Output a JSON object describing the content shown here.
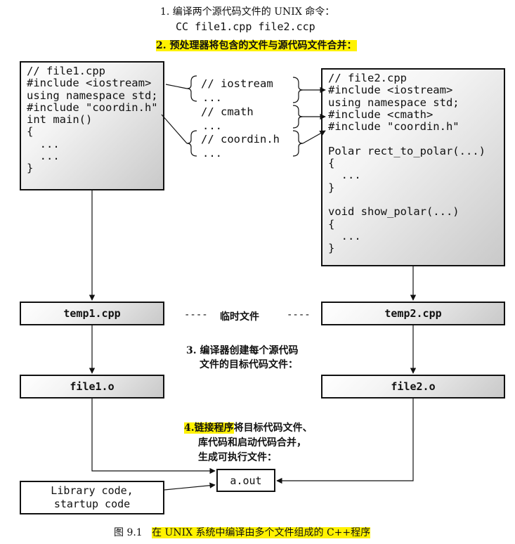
{
  "steps": {
    "s1": "1. 编译两个源代码文件的 UNIX 命令：",
    "s1_cmd": "CC file1.cpp file2.ccp",
    "s2": "2. 预处理器将包含的文件与源代码文件合并：",
    "s3_l1": "3. 编译器创建每个源代码",
    "s3_l2": "文件的目标代码文件：",
    "s4_num": "4.",
    "s4_hl": "链接程序",
    "s4_rest": "将目标代码文件、",
    "s4_l2": "库代码和启动代码合并，",
    "s4_l3": "生成可执行文件："
  },
  "file1_code": "// file1.cpp\n#include <iostream>\nusing namespace std;\n#include \"coordin.h\"\nint main()\n{\n  ...\n  ...\n}",
  "file2_code": "// file2.cpp\n#include <iostream>\nusing namespace std;\n#include <cmath>\n#include \"coordin.h\"\n\nPolar rect_to_polar(...)\n{\n  ...\n}\n\nvoid show_polar(...)\n{\n  ...\n}",
  "includes": {
    "iostream": "// iostream",
    "dots1": "...",
    "cmath": "// cmath",
    "dots2": "...",
    "coordin": "// coordin.h",
    "dots3": "..."
  },
  "temp1": "temp1.cpp",
  "temp2": "temp2.cpp",
  "temp_label": "临时文件",
  "dashes_left": "----",
  "dashes_right": "----",
  "obj1": "file1.o",
  "obj2": "file2.o",
  "exe": "a.out",
  "library_l1": "Library code,",
  "library_l2": "startup code",
  "caption": {
    "fig": "图 9.1",
    "text": "在 UNIX 系统中编译由多个文件组成的 C++程序"
  }
}
